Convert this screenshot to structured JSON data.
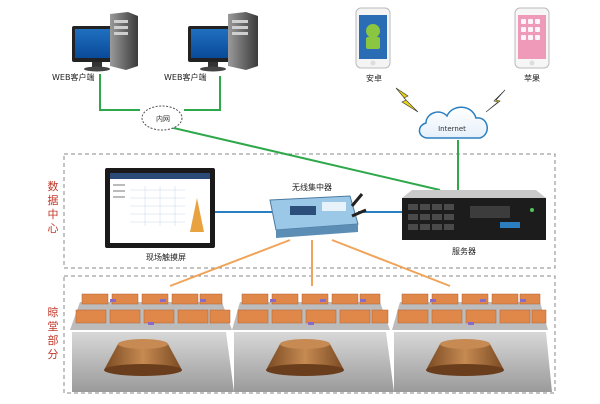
{
  "clients": {
    "web_client_1": "WEB客户端",
    "web_client_2": "WEB客户端",
    "intranet": "内网",
    "android": "安卓",
    "apple": "苹果",
    "internet": "Internet"
  },
  "data_center": {
    "section_label": "数据中心",
    "display_label": "现场触摸屏",
    "concentrator_label": "无线集中器",
    "server_label": "服务器"
  },
  "barn": {
    "section_label": "晾堂部分"
  },
  "colors": {
    "section_label": "#c0392b",
    "green_link": "#2ea84a",
    "blue_link": "#2b7fc1",
    "wireless_link": "#f0a45a",
    "tray": "#e0884a",
    "mound": "#a86a3a",
    "lightning": "#e6d21a"
  }
}
